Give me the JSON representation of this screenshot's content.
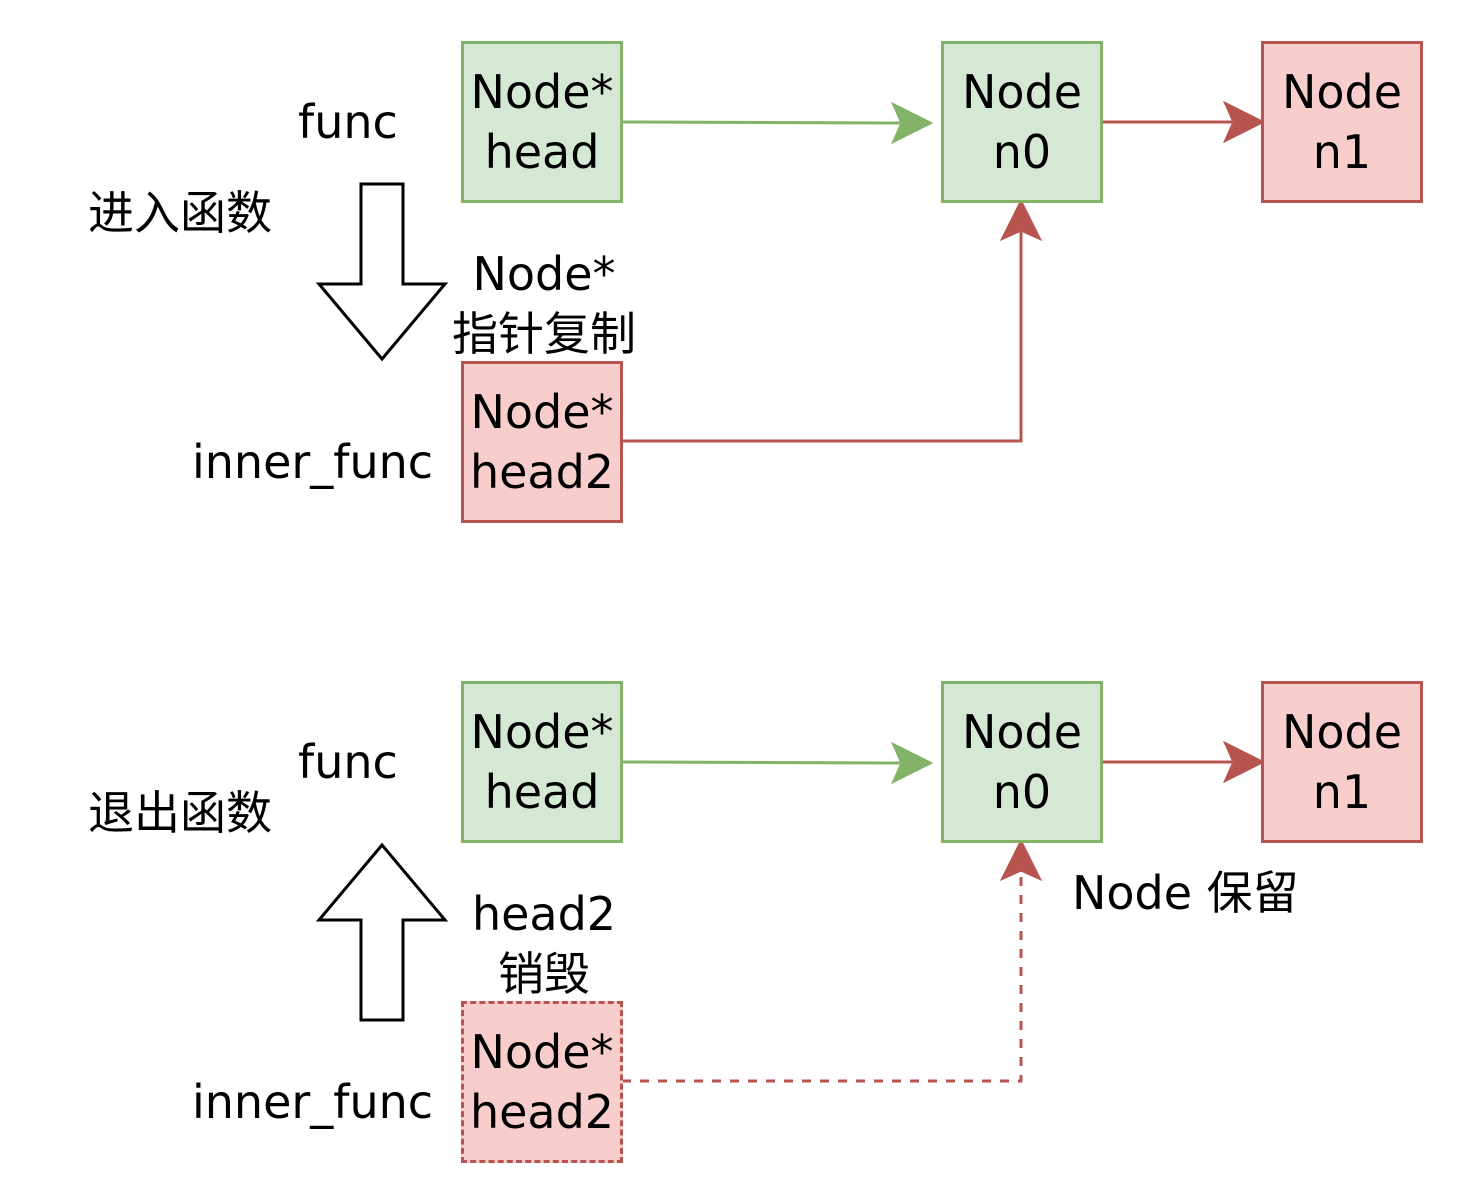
{
  "colors": {
    "green_fill": "#d5e8d4",
    "green_stroke": "#82b366",
    "red_fill": "#f8cecc",
    "red_stroke": "#b85450"
  },
  "top": {
    "func_label": "func",
    "inner_func_label": "inner_func",
    "action_label": "进入函数",
    "copy_label": {
      "line1": "Node*",
      "line2": "指针复制"
    },
    "head_box": {
      "line1": "Node*",
      "line2": "head"
    },
    "n0_box": {
      "line1": "Node",
      "line2": "n0"
    },
    "n1_box": {
      "line1": "Node",
      "line2": "n1"
    },
    "head2_box": {
      "line1": "Node*",
      "line2": "head2"
    }
  },
  "bottom": {
    "func_label": "func",
    "inner_func_label": "inner_func",
    "action_label": "退出函数",
    "destroy_label": {
      "line1": "head2",
      "line2": "销毁"
    },
    "keep_label": "Node 保留",
    "head_box": {
      "line1": "Node*",
      "line2": "head"
    },
    "n0_box": {
      "line1": "Node",
      "line2": "n0"
    },
    "n1_box": {
      "line1": "Node",
      "line2": "n1"
    },
    "head2_box": {
      "line1": "Node*",
      "line2": "head2"
    }
  }
}
